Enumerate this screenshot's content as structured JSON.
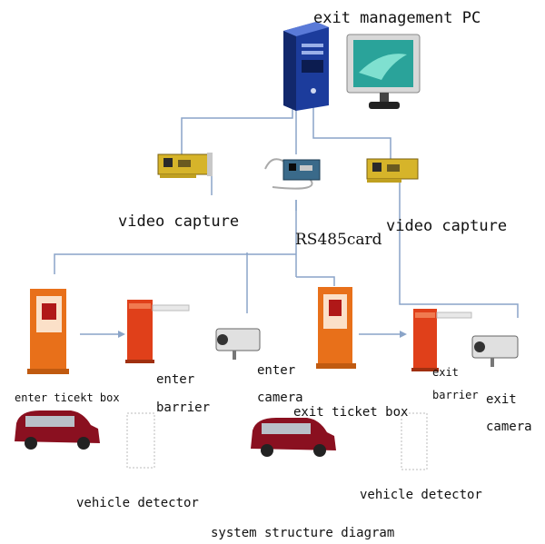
{
  "labels": {
    "exit_pc": "exit management PC",
    "video_capture_left": "video capture",
    "video_capture_right": "video capture",
    "rs485": "RS485card",
    "enter_ticket_box": "enter ticekt box",
    "enter_barrier_1": "enter",
    "enter_barrier_2": "barrier",
    "enter_camera_1": "enter",
    "enter_camera_2": "camera",
    "exit_ticket_box": "exit ticket box",
    "exit_barrier_1": "exit",
    "exit_barrier_2": "barrier",
    "exit_camera_1": "exit",
    "exit_camera_2": "camera",
    "vehicle_detector_left": "vehicle detector",
    "vehicle_detector_right": "vehicle detector",
    "caption": "system structure diagram"
  },
  "colors": {
    "line": "#8aa4c8",
    "kiosk": "#e8701a",
    "barrier": "#e0401a",
    "car": "#8a1020",
    "pc_tower": "#1c3c9c",
    "monitor_screen": "#2aa39a",
    "card_pcb": "#d6b42a"
  },
  "icons": [
    "pc-tower-icon",
    "monitor-icon",
    "capture-card-icon",
    "rs485-card-icon",
    "ticket-box-icon",
    "barrier-gate-icon",
    "camera-icon",
    "car-icon",
    "detector-loop-icon"
  ]
}
